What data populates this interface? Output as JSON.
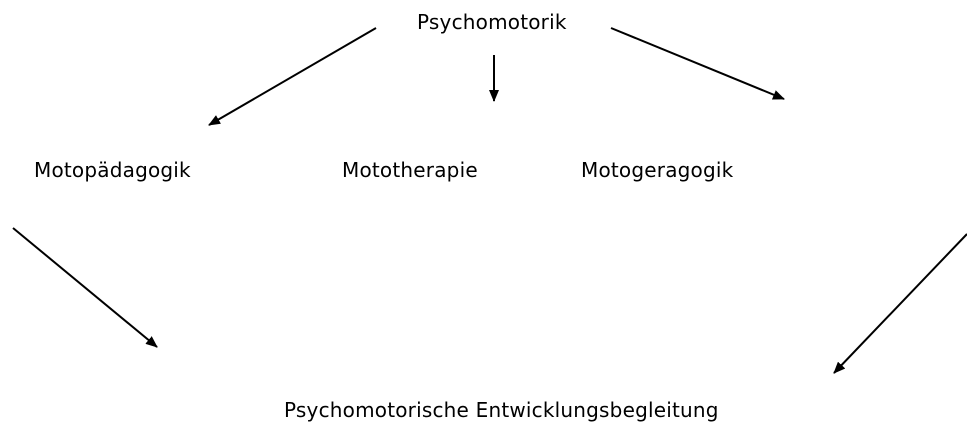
{
  "diagram": {
    "top": "Psychomotorik",
    "left": "Motopädagogik",
    "middle": "Mototherapie",
    "right": "Motogeragogik",
    "bottom": "Psychomotorische Entwicklungsbegleitung"
  }
}
